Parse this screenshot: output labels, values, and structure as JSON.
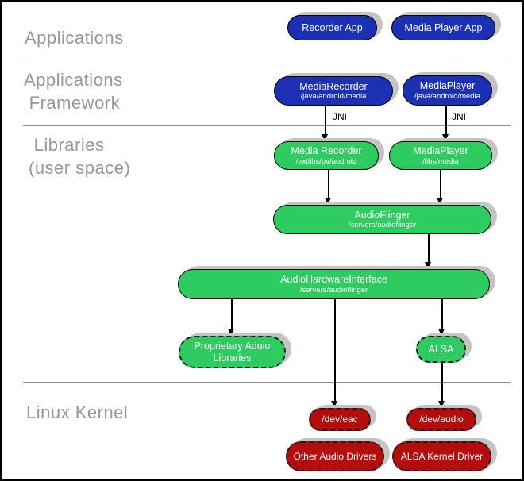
{
  "sections": {
    "applications": "Applications",
    "framework_line1": "Applications",
    "framework_line2": "Framework",
    "libraries_line1": "Libraries",
    "libraries_line2": "(user space)",
    "linux_kernel": "Linux Kernel"
  },
  "labels": {
    "jni": "JNI"
  },
  "nodes": {
    "recorder_app": {
      "title": "Recorder App"
    },
    "media_player_app": {
      "title": "Media Player App"
    },
    "media_recorder_fw": {
      "title": "MediaRecorder",
      "sub": "/java/android/media"
    },
    "media_player_fw": {
      "title": "MediaPlayer",
      "sub": "/java/android/media"
    },
    "media_recorder_lib": {
      "title": "Media Recorder",
      "sub": "/extlibs/pv/android"
    },
    "media_player_lib": {
      "title": "MediaPlayer",
      "sub": "/libs/media"
    },
    "audio_flinger": {
      "title": "AudioFlinger",
      "sub": "/servers/audioflinger"
    },
    "audio_hardware_interface": {
      "title": "AudioHardwareInterface",
      "sub": "/servers/audioflinger"
    },
    "proprietary_audio_libraries": {
      "title": "Proprietary Aduio Libraries"
    },
    "alsa": {
      "title": "ALSA"
    },
    "dev_eac": {
      "title": "/dev/eac"
    },
    "dev_audio": {
      "title": "/dev/audio"
    },
    "other_audio_drivers": {
      "title": "Other Audio Drivers"
    },
    "alsa_kernel_driver": {
      "title": "ALSA Kernel Driver"
    }
  },
  "colors": {
    "blue": "#1b30b2",
    "green": "#2ecb60",
    "red": "#b30d0d",
    "shadow": "#c4c4c4",
    "label-gray": "#979797",
    "line-gray": "#8c8c8c"
  }
}
